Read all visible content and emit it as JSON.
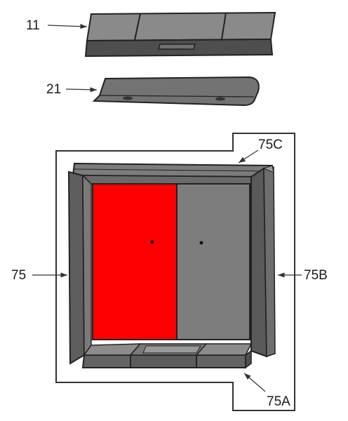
{
  "callouts": {
    "part_11": "11",
    "part_21": "21",
    "part_75": "75",
    "part_75A": "75A",
    "part_75B": "75B",
    "part_75C": "75C"
  },
  "colors": {
    "highlight_part": "#ff0000",
    "part_fill": "#6e6e6e",
    "part_fill_light": "#8a8a8a",
    "part_fill_dark": "#4a4a4a",
    "outline": "#222222",
    "group_frame": "#333333"
  },
  "highlighted_part": "left rear firebrick"
}
